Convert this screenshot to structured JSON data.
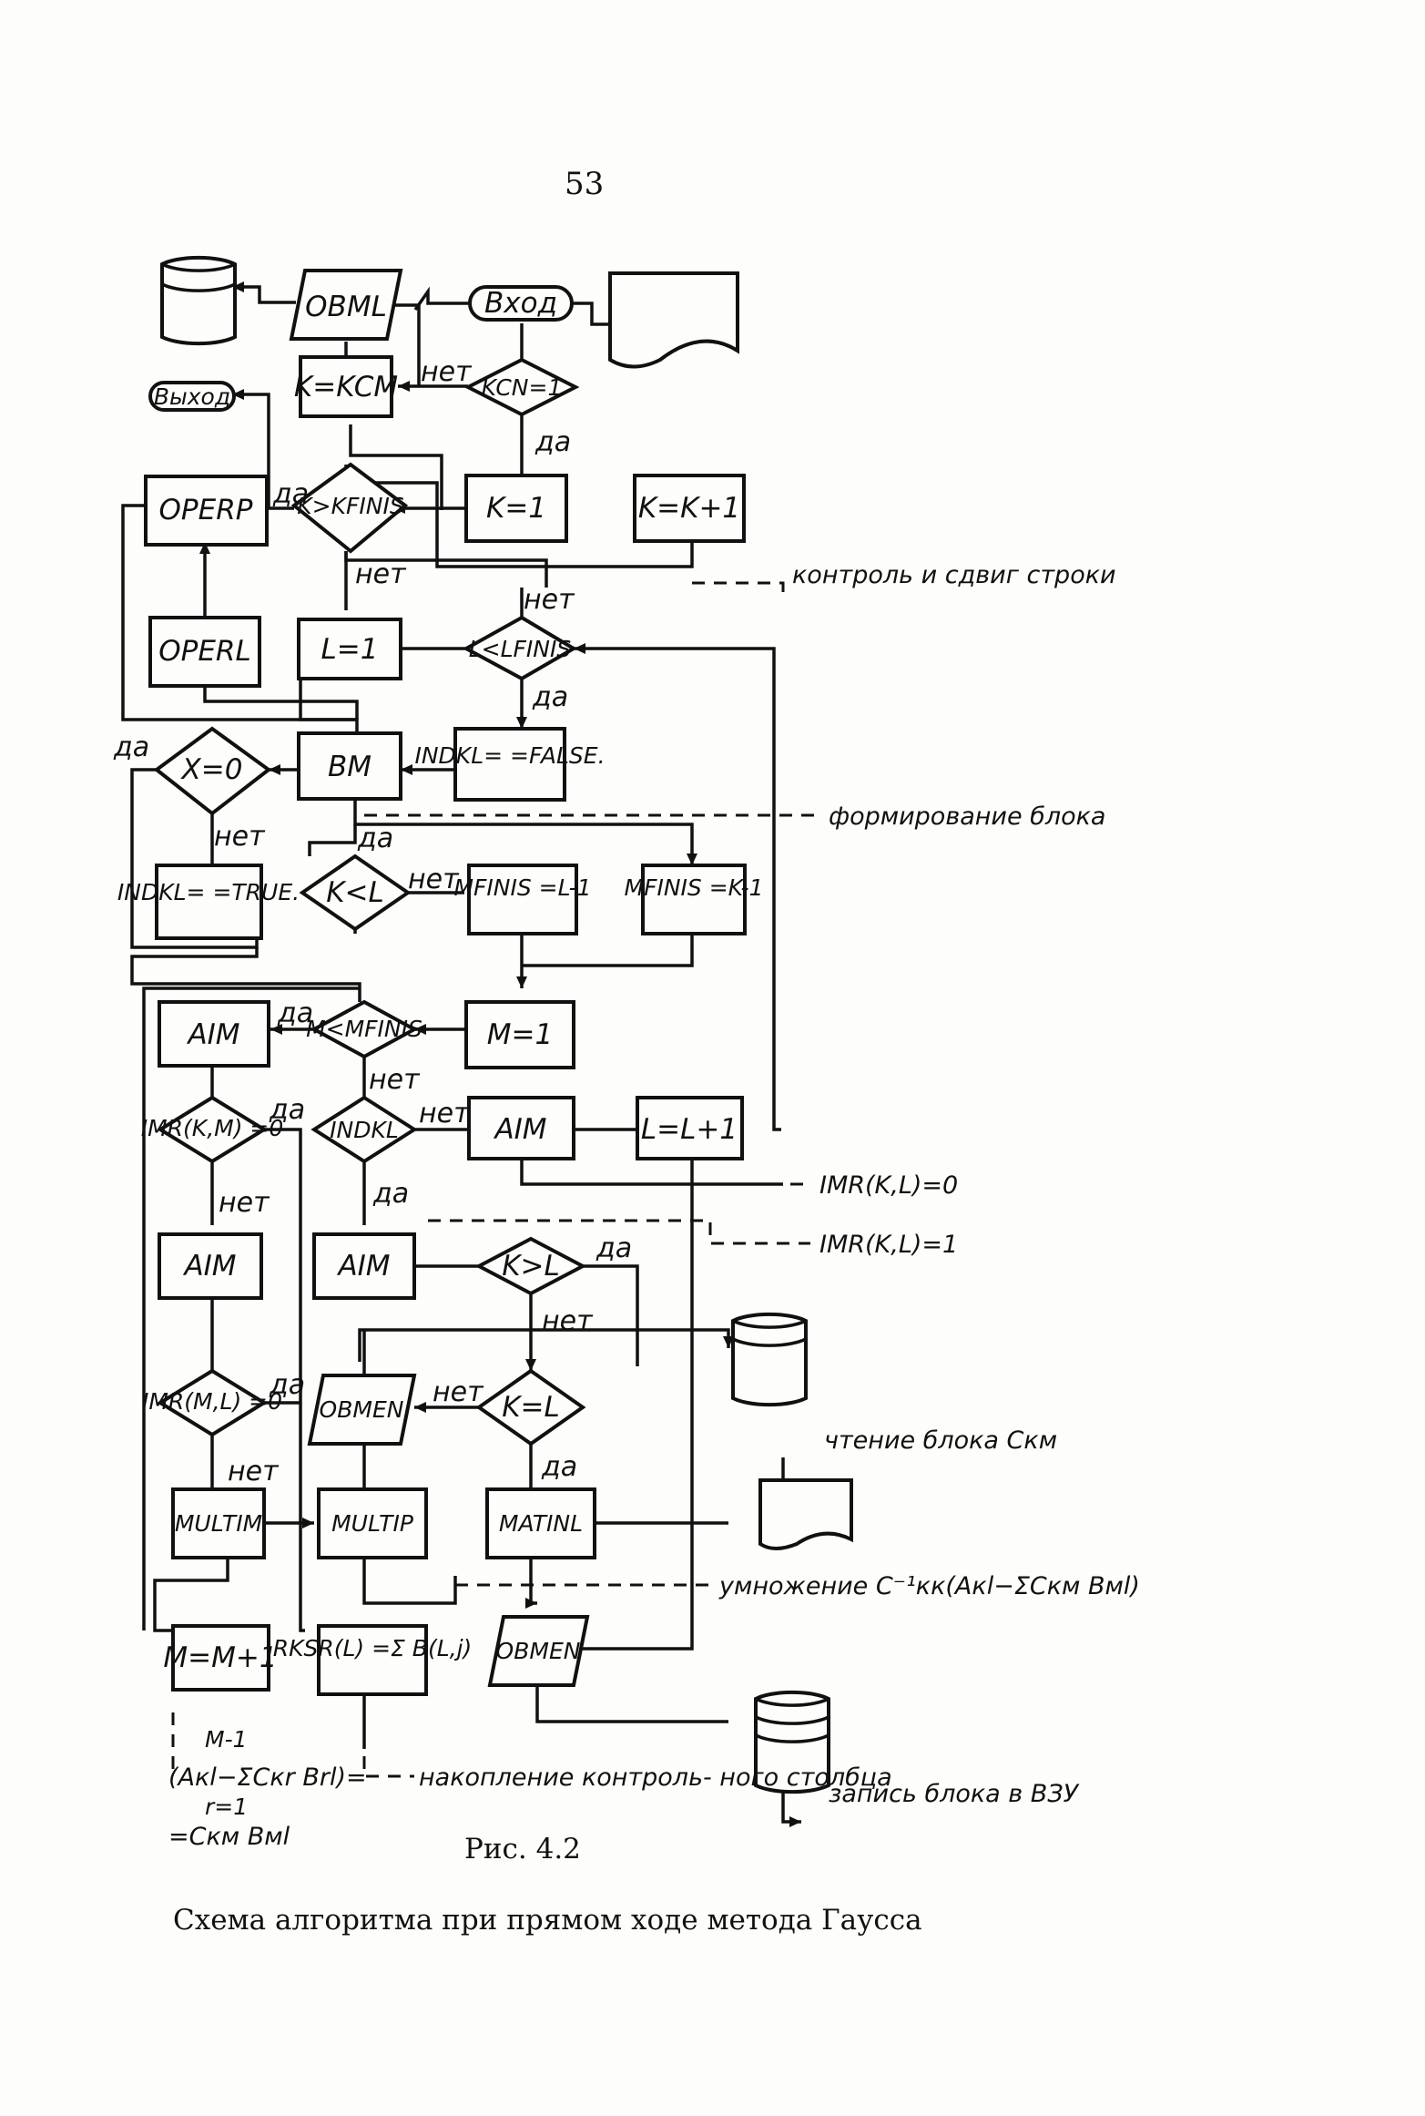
{
  "page_number": "53",
  "figure_label": "Рис. 4.2",
  "caption": "Схема алгоритма при прямом ходе метода Гаусса",
  "terminals": {
    "entry": "Вход",
    "exit": "Выход"
  },
  "blocks": {
    "obml": "OBML",
    "k_kcm": "K=KCM",
    "kcn": "KCN=1",
    "k1": "K=1",
    "k_kp1": "K=K+1",
    "k_kfinis": "K>KFINIS",
    "operp": "OPERP",
    "operl": "OPERL",
    "l1": "L=1",
    "l_lfinis": "L<LFINIS",
    "indkl_false": "INDKL= =FALSE.",
    "bm": "BM",
    "x0": "X=0",
    "indkl_true": "INDKL= =TRUE.",
    "k_lt_l": "K<L",
    "mfinis_l": "MFINIS =L-1",
    "mfinis_k": "MFINIS =K-1",
    "m1": "M=1",
    "m_mfinis": "M<MFINIS",
    "aim1": "AIM",
    "indkl": "INDKL",
    "aim2": "AIM",
    "l_lp1": "L=L+1",
    "imr_km_1": "IMR(K,M) =0",
    "aim3": "AIM",
    "aim4": "AIM",
    "k_gt_l": "K>L",
    "imr_ml": "IMR(M,L) =0",
    "obmen1": "OBMEN",
    "k_eq_l": "K=L",
    "multim": "MULTIM",
    "multip": "MULTIP",
    "matinl": "MATINL",
    "m_mp1": "M=M+1",
    "rksr": "RKSR(L) =Σ B(L,j)",
    "obmen2": "OBMEN"
  },
  "branch_labels": {
    "yes": "да",
    "no": "нет"
  },
  "annotations": {
    "row_control": "контроль и сдвиг строки",
    "block_form": "формирование блока",
    "imr0": "IMR(K,L)=0",
    "imr1": "IMR(K,L)=1",
    "read_block": "чтение блока Cкм",
    "multiply": "умножение C⁻¹кк(Aкl−ΣCкм Bмl)",
    "accum": "накопление контроль- ного столбца",
    "write_block": "запись блока в ВЗУ",
    "formula_a": "(Aкl−ΣCкr Brl)=",
    "formula_b": "=Cкм Bмl",
    "formula_limits": "M-1",
    "formula_r": "r=1"
  }
}
